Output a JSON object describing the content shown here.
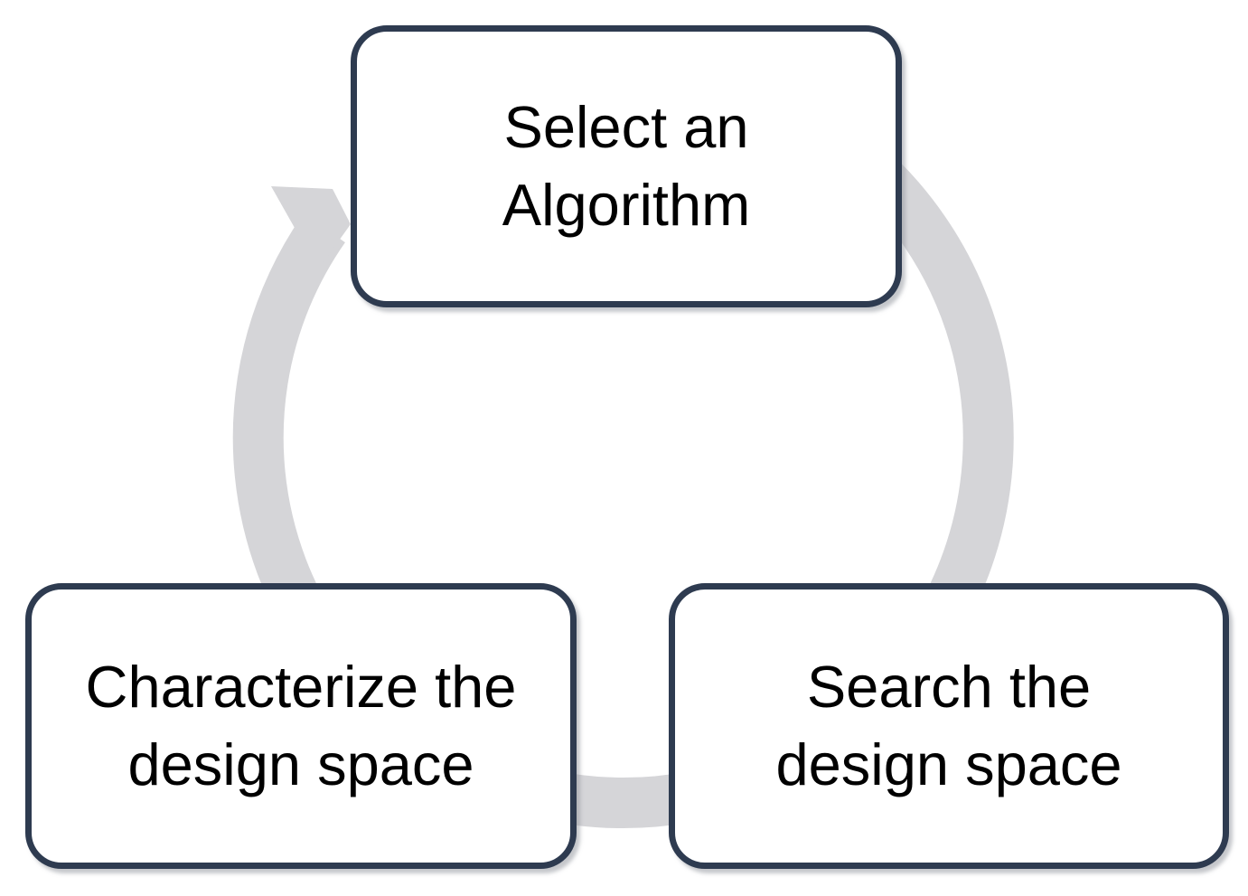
{
  "diagram": {
    "type": "cycle-process",
    "direction": "clockwise",
    "nodes": [
      {
        "id": "select-algorithm",
        "label": "Select an\nAlgorithm",
        "position": "top"
      },
      {
        "id": "characterize-design-space",
        "label": "Characterize the\ndesign space",
        "position": "bottom-left"
      },
      {
        "id": "search-design-space",
        "label": "Search the\ndesign space",
        "position": "bottom-right"
      }
    ],
    "arrow": {
      "shape": "circular-arrow-ring",
      "head_points_to": "select-algorithm",
      "color": "#d5d5d8"
    },
    "colors": {
      "node_border": "#2e3b50",
      "node_fill": "#ffffff",
      "text": "#000000",
      "background": "#ffffff"
    }
  }
}
